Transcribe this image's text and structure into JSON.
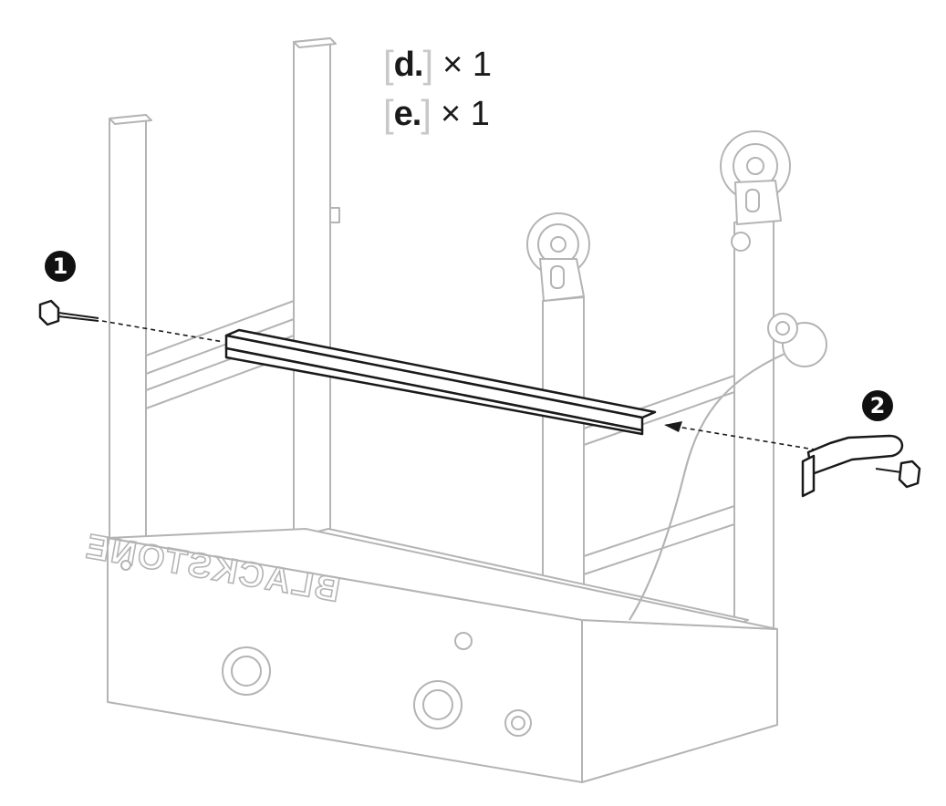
{
  "parts": [
    {
      "code": "d.",
      "qty": "× 1"
    },
    {
      "code": "e.",
      "qty": "× 1"
    }
  ],
  "steps": [
    "1",
    "2"
  ],
  "brand_text": "BLACKSTONE",
  "icons": [
    "bolt-icon",
    "knob-icon",
    "wheel-icon",
    "propane-regulator-icon",
    "tank-bracket-icon"
  ],
  "colors": {
    "line": "#1a1a1a",
    "faded": "#b4b4b4",
    "bracket": "#d0d0d0"
  }
}
